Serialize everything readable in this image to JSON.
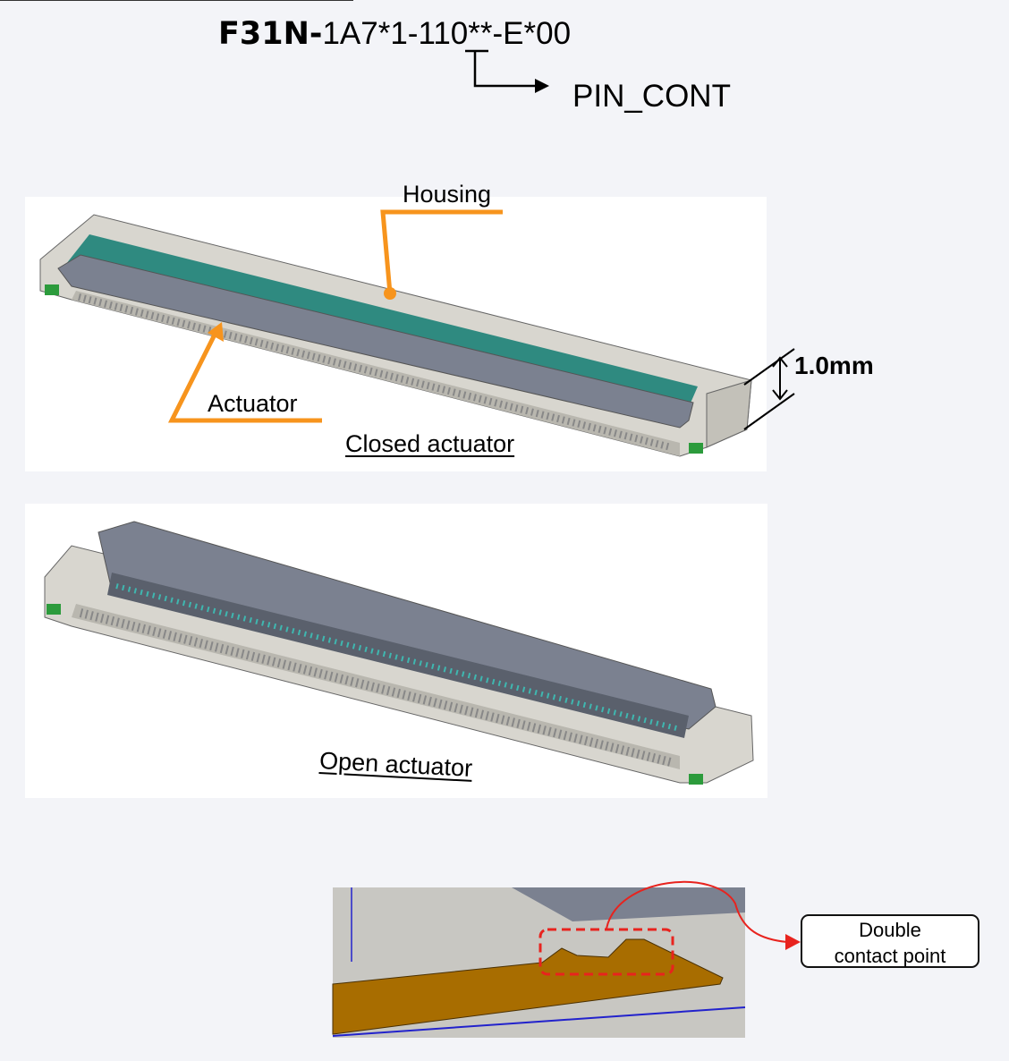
{
  "part_number": {
    "prefix": "F31N-",
    "suffix": "1A7*1-110**-E*00"
  },
  "pin_label": "PIN_CONT",
  "closed_view": {
    "caption": "Closed actuator",
    "housing_label": "Housing",
    "actuator_label": "Actuator",
    "height_dimension": "1.0mm"
  },
  "open_view": {
    "caption": "Open actuator"
  },
  "detail_view": {
    "callout_line1": "Double",
    "callout_line2": "contact point"
  },
  "colors": {
    "leader": "#f7941d",
    "highlight": "#e8231e",
    "contact": "#a86d00",
    "actuator": "#7b8190"
  }
}
